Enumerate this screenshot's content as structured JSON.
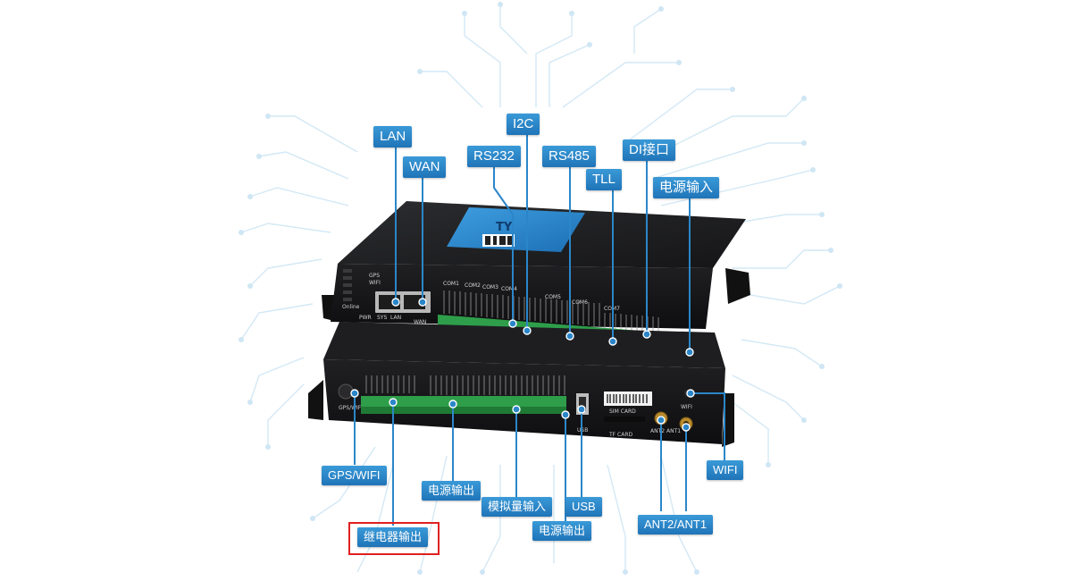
{
  "labels": {
    "lan": "LAN",
    "wan": "WAN",
    "rs232": "RS232",
    "i2c": "I2C",
    "rs485": "RS485",
    "di": "DI接口",
    "tll": "TLL",
    "power_in": "电源输入",
    "gps_wifi": "GPS/WIFI",
    "power_out_1": "电源输出",
    "analog_in": "模拟量输入",
    "usb": "USB",
    "power_out_2": "电源输出",
    "relay_out": "继电器输出",
    "ant": "ANT2/ANT1",
    "wifi": "WIFI"
  },
  "device": {
    "top_led_labels": [
      "GPS",
      "WIFI",
      "Online",
      "PWR",
      "SYS",
      "LAN",
      "WAN"
    ],
    "com_labels": [
      "COM1",
      "COM2",
      "COM3",
      "COM4",
      "COM5",
      "COM6",
      "COM7"
    ],
    "sticker_brand": "TY",
    "bottom_texts": {
      "gps_wifi": "GPS/WIFI",
      "usb": "USB",
      "sim": "SIM CARD",
      "tf": "TF CARD",
      "wifi": "WIFI",
      "ant": "ANT2  ANT1"
    }
  },
  "colors": {
    "accent": "#2b86c9",
    "highlight": "#e02020",
    "device_body": "#1b1b1d",
    "terminal_green": "#2e9e4a"
  }
}
